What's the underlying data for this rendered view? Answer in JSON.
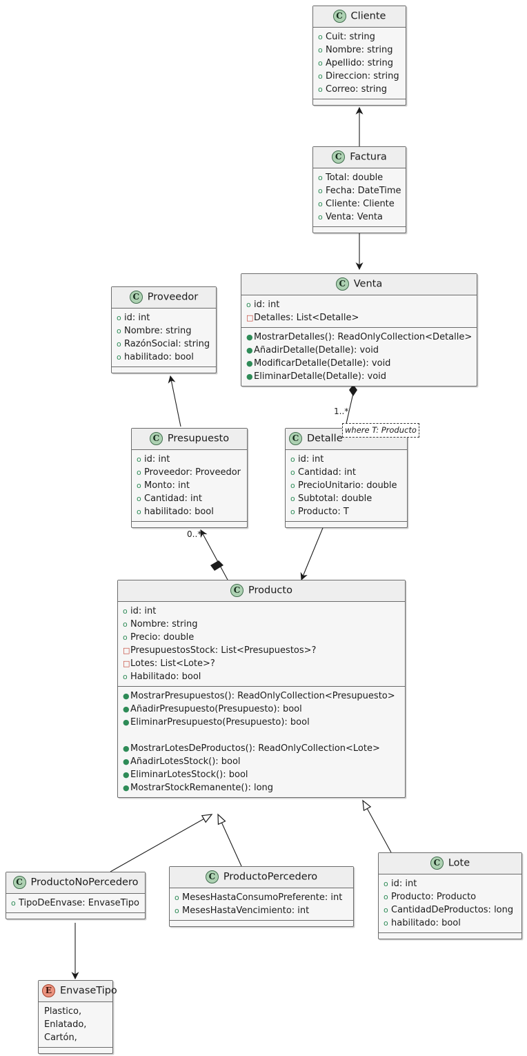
{
  "diagram": {
    "title": "UML Class Diagram",
    "type": "uml-class-diagram",
    "colors": {
      "class_badge_fill": "#add1b2",
      "class_badge_border": "#3f6b4c",
      "enum_badge_fill": "#eb937f",
      "enum_badge_border": "#a5422c",
      "box_fill": "#f6f6f6",
      "header_fill": "#eeeeee",
      "border": "#6a6a6a",
      "public_marker": "#2e8b57",
      "private_marker": "#c0392b"
    }
  },
  "classes": {
    "cliente": {
      "stereotype_icon": "class-badge-C",
      "badge": "C",
      "name": "Cliente",
      "attributes": [
        {
          "visibility": "o",
          "kind": "public",
          "text": "Cuit: string"
        },
        {
          "visibility": "o",
          "kind": "public",
          "text": "Nombre: string"
        },
        {
          "visibility": "o",
          "kind": "public",
          "text": "Apellido: string"
        },
        {
          "visibility": "o",
          "kind": "public",
          "text": "Direccion: string"
        },
        {
          "visibility": "o",
          "kind": "public",
          "text": "Correo: string"
        }
      ],
      "methods": []
    },
    "factura": {
      "stereotype_icon": "class-badge-C",
      "badge": "C",
      "name": "Factura",
      "attributes": [
        {
          "visibility": "o",
          "kind": "public",
          "text": "Total: double"
        },
        {
          "visibility": "o",
          "kind": "public",
          "text": "Fecha: DateTime"
        },
        {
          "visibility": "o",
          "kind": "public",
          "text": "Cliente: Cliente"
        },
        {
          "visibility": "o",
          "kind": "public",
          "text": "Venta: Venta"
        }
      ],
      "methods": []
    },
    "venta": {
      "stereotype_icon": "class-badge-C",
      "badge": "C",
      "name": "Venta",
      "attributes": [
        {
          "visibility": "o",
          "kind": "public",
          "text": "id: int"
        },
        {
          "visibility": "□",
          "kind": "private",
          "text": "Detalles: List<Detalle>"
        }
      ],
      "methods": [
        {
          "visibility": "●",
          "kind": "public",
          "text": "MostrarDetalles(): ReadOnlyCollection<Detalle>"
        },
        {
          "visibility": "●",
          "kind": "public",
          "text": "AñadirDetalle(Detalle): void"
        },
        {
          "visibility": "●",
          "kind": "public",
          "text": "ModificarDetalle(Detalle): void"
        },
        {
          "visibility": "●",
          "kind": "public",
          "text": "EliminarDetalle(Detalle): void"
        }
      ]
    },
    "proveedor": {
      "stereotype_icon": "class-badge-C",
      "badge": "C",
      "name": "Proveedor",
      "attributes": [
        {
          "visibility": "o",
          "kind": "public",
          "text": "id: int"
        },
        {
          "visibility": "o",
          "kind": "public",
          "text": "Nombre: string"
        },
        {
          "visibility": "o",
          "kind": "public",
          "text": "RazónSocial: string"
        },
        {
          "visibility": "o",
          "kind": "public",
          "text": "habilitado: bool"
        }
      ],
      "methods": []
    },
    "presupuesto": {
      "stereotype_icon": "class-badge-C",
      "badge": "C",
      "name": "Presupuesto",
      "attributes": [
        {
          "visibility": "o",
          "kind": "public",
          "text": "id: int"
        },
        {
          "visibility": "o",
          "kind": "public",
          "text": "Proveedor: Proveedor"
        },
        {
          "visibility": "o",
          "kind": "public",
          "text": "Monto: int"
        },
        {
          "visibility": "o",
          "kind": "public",
          "text": "Cantidad: int"
        },
        {
          "visibility": "o",
          "kind": "public",
          "text": "habilitado: bool"
        }
      ],
      "methods": []
    },
    "detalle": {
      "stereotype_icon": "class-badge-C",
      "badge": "C",
      "name": "Detalle",
      "template_note": "where T: Producto",
      "attributes": [
        {
          "visibility": "o",
          "kind": "public",
          "text": "id: int"
        },
        {
          "visibility": "o",
          "kind": "public",
          "text": "Cantidad: int"
        },
        {
          "visibility": "o",
          "kind": "public",
          "text": "PrecioUnitario: double"
        },
        {
          "visibility": "o",
          "kind": "public",
          "text": "Subtotal: double"
        },
        {
          "visibility": "o",
          "kind": "public",
          "text": "Producto: T"
        }
      ],
      "methods": []
    },
    "producto": {
      "stereotype_icon": "class-badge-C",
      "badge": "C",
      "name": "Producto",
      "attributes": [
        {
          "visibility": "o",
          "kind": "public",
          "text": "id: int"
        },
        {
          "visibility": "o",
          "kind": "public",
          "text": "Nombre: string"
        },
        {
          "visibility": "o",
          "kind": "public",
          "text": "Precio: double"
        },
        {
          "visibility": "□",
          "kind": "private",
          "text": "PresupuestosStock: List<Presupuestos>?"
        },
        {
          "visibility": "□",
          "kind": "private",
          "text": "Lotes: List<Lote>?"
        },
        {
          "visibility": "o",
          "kind": "public",
          "text": "Habilitado: bool"
        }
      ],
      "methods": [
        {
          "visibility": "●",
          "kind": "public",
          "text": "MostrarPresupuestos(): ReadOnlyCollection<Presupuesto>"
        },
        {
          "visibility": "●",
          "kind": "public",
          "text": "AñadirPresupuesto(Presupuesto): bool"
        },
        {
          "visibility": "●",
          "kind": "public",
          "text": "EliminarPresupuesto(Presupuesto): bool"
        },
        {
          "visibility": "",
          "kind": "spacer",
          "text": ""
        },
        {
          "visibility": "●",
          "kind": "public",
          "text": "MostrarLotesDeProductos(): ReadOnlyCollection<Lote>"
        },
        {
          "visibility": "●",
          "kind": "public",
          "text": "AñadirLotesStock(): bool"
        },
        {
          "visibility": "●",
          "kind": "public",
          "text": "EliminarLotesStock(): bool"
        },
        {
          "visibility": "●",
          "kind": "public",
          "text": "MostrarStockRemanente(): long"
        }
      ]
    },
    "producto_no_percedero": {
      "stereotype_icon": "class-badge-C",
      "badge": "C",
      "name": "ProductoNoPercedero",
      "attributes": [
        {
          "visibility": "o",
          "kind": "public",
          "text": "TipoDeEnvase: EnvaseTipo"
        }
      ],
      "methods": []
    },
    "producto_percedero": {
      "stereotype_icon": "class-badge-C",
      "badge": "C",
      "name": "ProductoPercedero",
      "attributes": [
        {
          "visibility": "o",
          "kind": "public",
          "text": "MesesHastaConsumoPreferente: int"
        },
        {
          "visibility": "o",
          "kind": "public",
          "text": "MesesHastaVencimiento: int"
        }
      ],
      "methods": []
    },
    "lote": {
      "stereotype_icon": "class-badge-C",
      "badge": "C",
      "name": "Lote",
      "attributes": [
        {
          "visibility": "o",
          "kind": "public",
          "text": "id: int"
        },
        {
          "visibility": "o",
          "kind": "public",
          "text": "Producto: Producto"
        },
        {
          "visibility": "o",
          "kind": "public",
          "text": "CantidadDeProductos: long"
        },
        {
          "visibility": "o",
          "kind": "public",
          "text": "habilitado: bool"
        }
      ],
      "methods": []
    },
    "envase_tipo": {
      "stereotype_icon": "enum-badge-E",
      "badge": "E",
      "name": "EnvaseTipo",
      "literals": [
        "Plastico,",
        "Enlatado,",
        "Cartón,"
      ]
    }
  },
  "relationships": [
    {
      "id": "factura-cliente",
      "from": "Factura",
      "to": "Cliente",
      "type": "directed-association",
      "label": ""
    },
    {
      "id": "factura-venta",
      "from": "Factura",
      "to": "Venta",
      "type": "directed-association",
      "label": ""
    },
    {
      "id": "venta-detalle",
      "from": "Venta",
      "to": "Detalle",
      "type": "composition",
      "label": "1..*"
    },
    {
      "id": "presupuesto-proveedor",
      "from": "Presupuesto",
      "to": "Proveedor",
      "type": "directed-association",
      "label": ""
    },
    {
      "id": "producto-presupuesto",
      "from": "Producto",
      "to": "Presupuesto",
      "type": "composition",
      "label": "0..*"
    },
    {
      "id": "detalle-producto",
      "from": "Detalle",
      "to": "Producto",
      "type": "directed-association",
      "label": ""
    },
    {
      "id": "productonopercedero-producto",
      "from": "ProductoNoPercedero",
      "to": "Producto",
      "type": "inheritance",
      "label": ""
    },
    {
      "id": "productopercedero-producto",
      "from": "ProductoPercedero",
      "to": "Producto",
      "type": "inheritance",
      "label": ""
    },
    {
      "id": "lote-producto",
      "from": "Lote",
      "to": "Producto",
      "type": "inheritance",
      "label": ""
    },
    {
      "id": "productonopercedero-envasetipo",
      "from": "ProductoNoPercedero",
      "to": "EnvaseTipo",
      "type": "directed-association",
      "label": ""
    }
  ],
  "edge_labels": {
    "venta_detalle_multiplicity": "1..*",
    "producto_presupuesto_multiplicity": "0..*"
  }
}
